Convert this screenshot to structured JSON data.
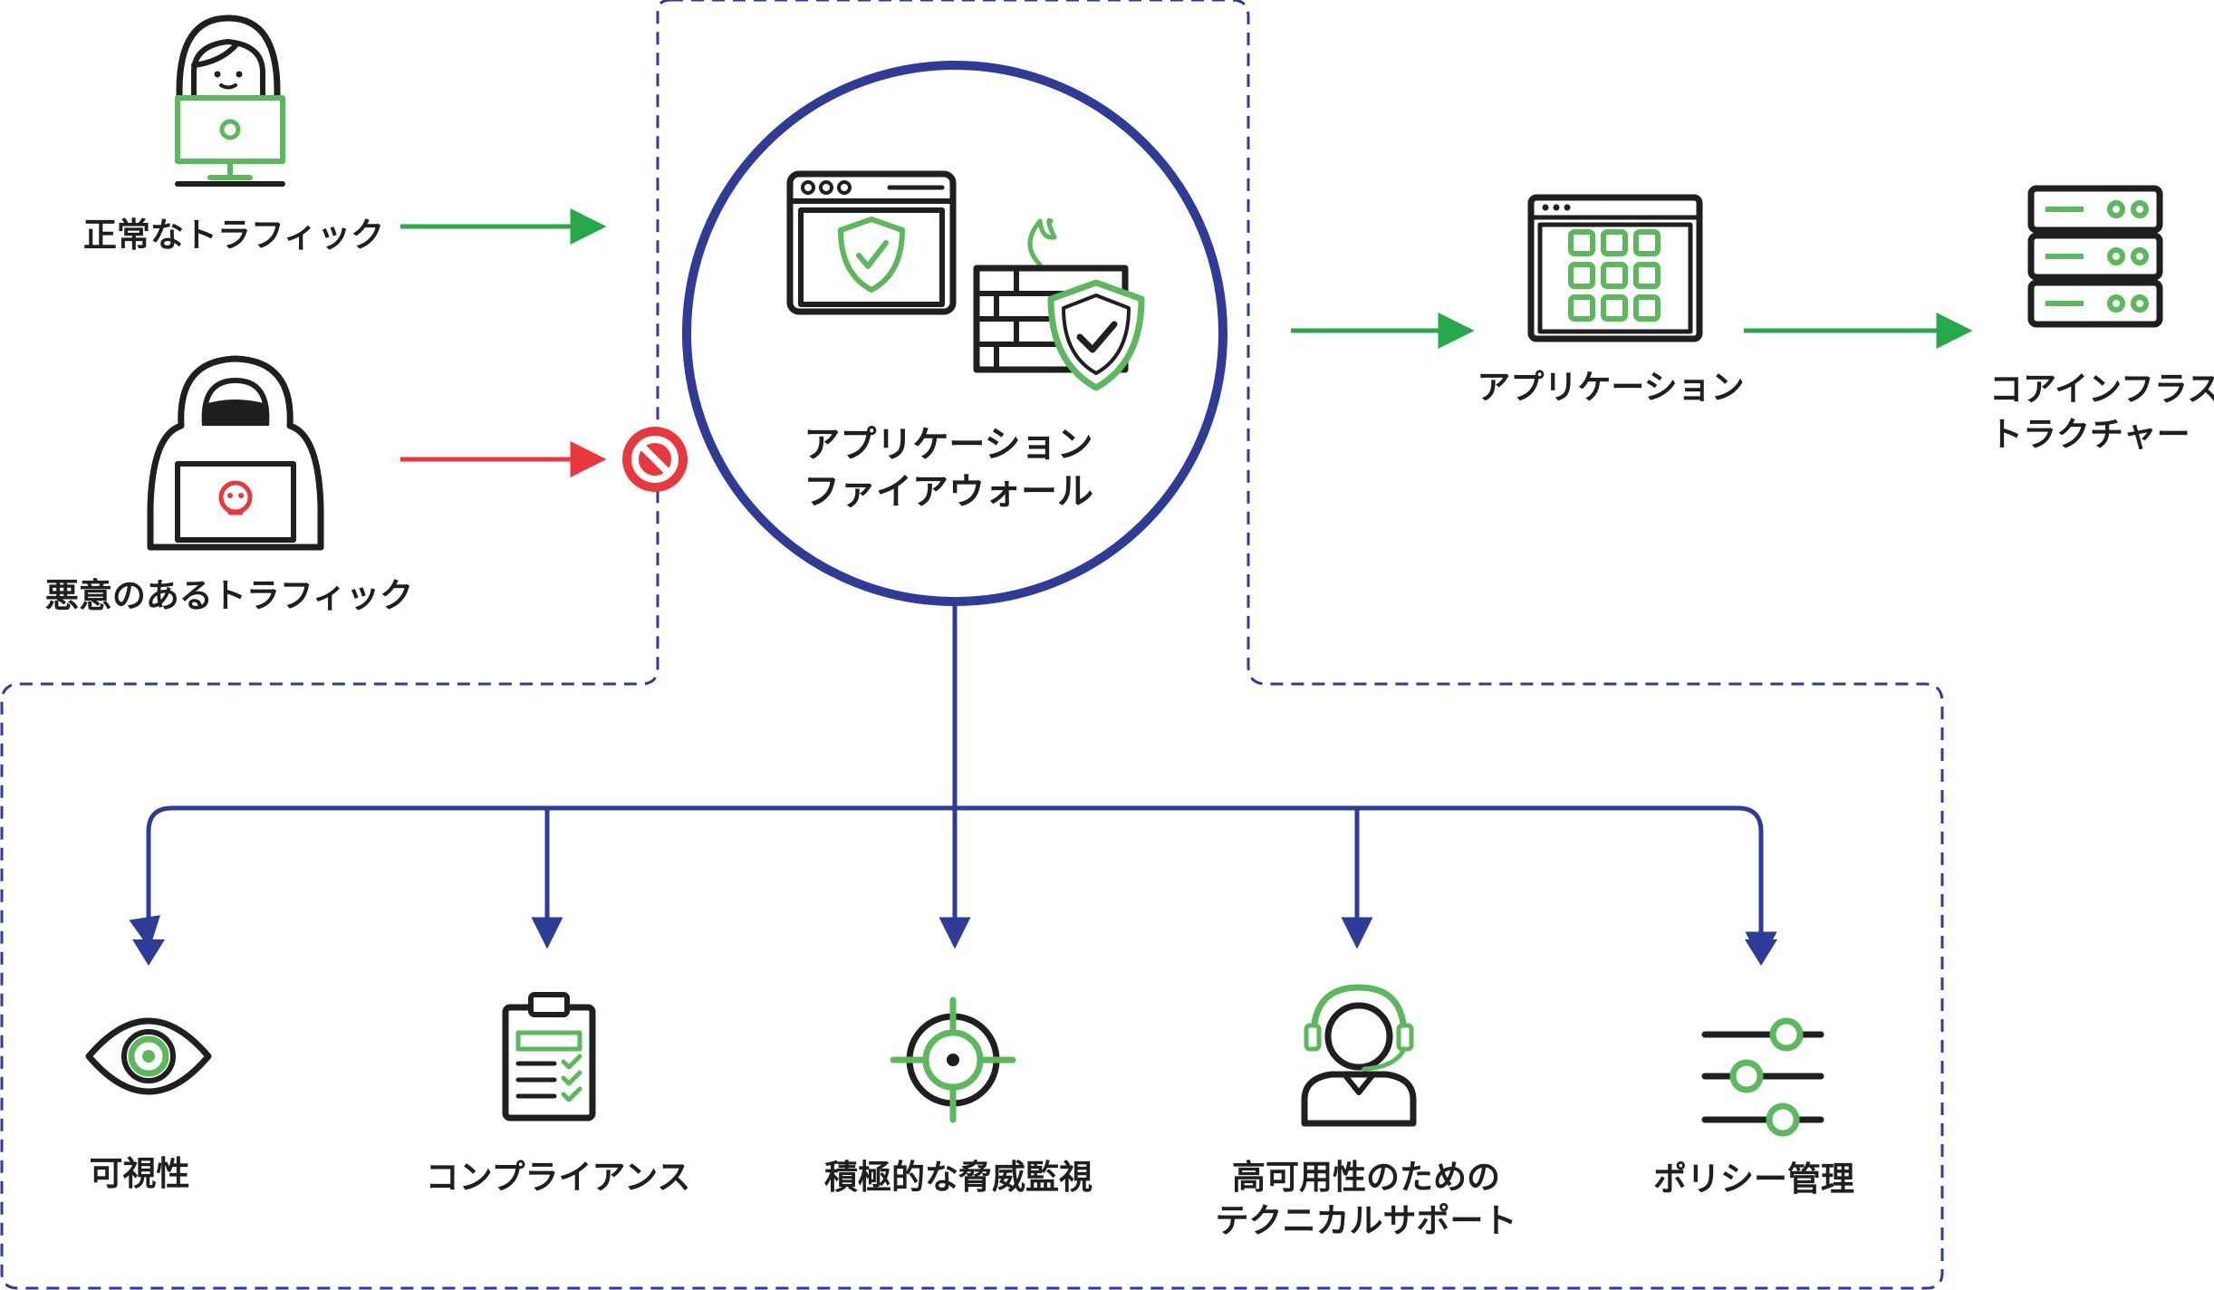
{
  "labels": {
    "normal_traffic": "正常なトラフィック",
    "malicious_traffic": "悪意のあるトラフィック",
    "firewall_line1": "アプリケーション",
    "firewall_line2": "ファイアウォール",
    "application": "アプリケーション",
    "core_line1": "コアインフラス",
    "core_line2": "トラクチャー"
  },
  "features": [
    {
      "id": "visibility",
      "icon": "eye-icon",
      "lines": [
        "可視性"
      ]
    },
    {
      "id": "compliance",
      "icon": "clipboard-checklist-icon",
      "lines": [
        "コンプライアンス"
      ]
    },
    {
      "id": "threat-monitoring",
      "icon": "target-crosshair-icon",
      "lines": [
        "積極的な脅威監視"
      ]
    },
    {
      "id": "support",
      "icon": "headset-agent-icon",
      "lines": [
        "高可用性のための",
        "テクニカルサポート"
      ]
    },
    {
      "id": "policy",
      "icon": "sliders-icon",
      "lines": [
        "ポリシー管理"
      ]
    }
  ],
  "colors": {
    "accent_green": "#5cb85c",
    "flow_green": "#27a84a",
    "block_red": "#e8383d",
    "navy": "#2e3b97",
    "dark": "#1f1f1f"
  }
}
